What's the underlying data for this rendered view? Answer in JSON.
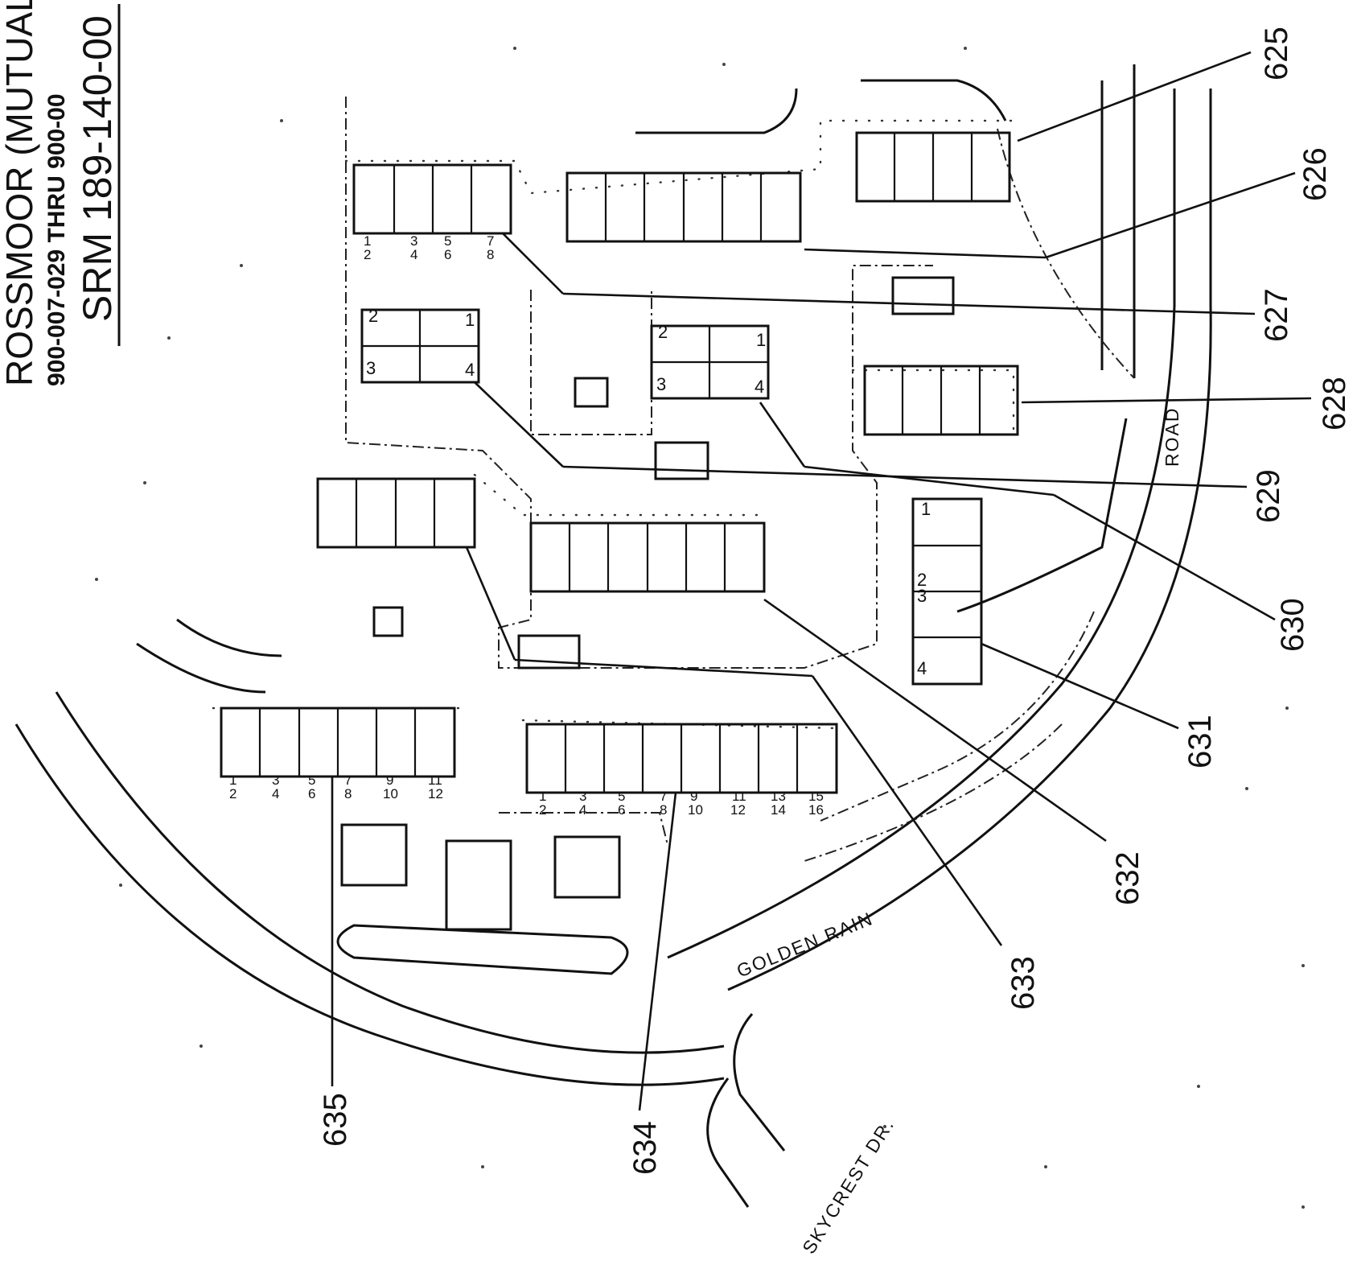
{
  "header": {
    "title": "ROSSMOOR (MUTUAL",
    "parcel_range": "900-007-029 THRU 900-00",
    "srm_number": "SRM 189-140-00"
  },
  "streets": {
    "golden_rain": "GOLDEN RAIN",
    "road": "ROAD",
    "skycrest": "SKYCREST DR."
  },
  "building_labels": [
    "625",
    "626",
    "627",
    "628",
    "629",
    "630",
    "631",
    "632",
    "633",
    "634",
    "635"
  ],
  "unit_numbers": {
    "top_left_building": [
      "1",
      "2",
      "3",
      "4",
      "5",
      "6",
      "7",
      "8"
    ],
    "quad_left": [
      "2",
      "1",
      "3",
      "4"
    ],
    "quad_middle": [
      "2",
      "1",
      "3",
      "4"
    ],
    "side_building": [
      "1",
      "2",
      "3",
      "4"
    ],
    "bottom_left_building": [
      "1",
      "2",
      "3",
      "4",
      "5",
      "6",
      "7",
      "8",
      "9",
      "10",
      "11",
      "12"
    ],
    "bottom_right_building": [
      "1",
      "2",
      "3",
      "4",
      "5",
      "6",
      "7",
      "8",
      "9",
      "10",
      "11",
      "12",
      "13",
      "14",
      "15",
      "16"
    ]
  }
}
